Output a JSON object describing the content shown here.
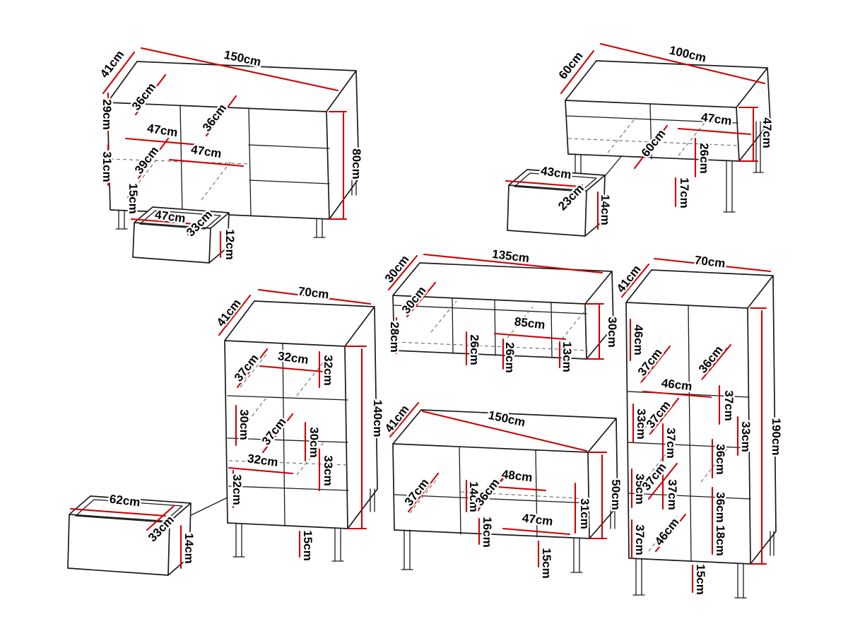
{
  "style": {
    "dimension_line_color": "#cc0000",
    "outline_color": "#1a1a1a",
    "background_color": "#ffffff"
  },
  "diagram": {
    "kind": "furniture-dimension-drawing",
    "unit": "cm"
  },
  "pieces": {
    "sideboard": {
      "labels": [
        "41cm",
        "150cm",
        "80cm",
        "29cm",
        "36cm",
        "47cm",
        "36cm",
        "47cm",
        "39cm",
        "31cm",
        "15cm"
      ]
    },
    "sideboard_drawer": {
      "labels": [
        "47cm",
        "33cm",
        "12cm"
      ]
    },
    "coffee_table": {
      "labels": [
        "60cm",
        "100cm",
        "47cm",
        "47cm",
        "60cm",
        "26cm",
        "17cm"
      ]
    },
    "coffee_table_drawer": {
      "labels": [
        "43cm",
        "23cm",
        "14cm"
      ]
    },
    "cabinet": {
      "labels": [
        "41cm",
        "70cm",
        "140cm",
        "37cm",
        "32cm",
        "32cm",
        "30cm",
        "37cm",
        "30cm",
        "32cm",
        "33cm",
        "32cm",
        "15cm"
      ]
    },
    "cabinet_drawer": {
      "labels": [
        "62cm",
        "33cm",
        "14cm"
      ]
    },
    "wall_shelf": {
      "labels": [
        "30cm",
        "135cm",
        "30cm",
        "30cm",
        "28cm",
        "26cm",
        "85cm",
        "26cm",
        "13cm"
      ]
    },
    "tv_stand": {
      "labels": [
        "41cm",
        "150cm",
        "50cm",
        "37cm",
        "14cm",
        "36cm",
        "48cm",
        "16cm",
        "47cm",
        "31cm",
        "15cm"
      ]
    },
    "wardrobe": {
      "labels": [
        "41cm",
        "70cm",
        "190cm",
        "46cm",
        "37cm",
        "36cm",
        "46cm",
        "37cm",
        "33cm",
        "37cm",
        "37cm",
        "33cm",
        "36cm",
        "35cm",
        "37cm",
        "37cm",
        "36cm",
        "37cm",
        "46cm",
        "18cm",
        "15cm"
      ]
    }
  }
}
